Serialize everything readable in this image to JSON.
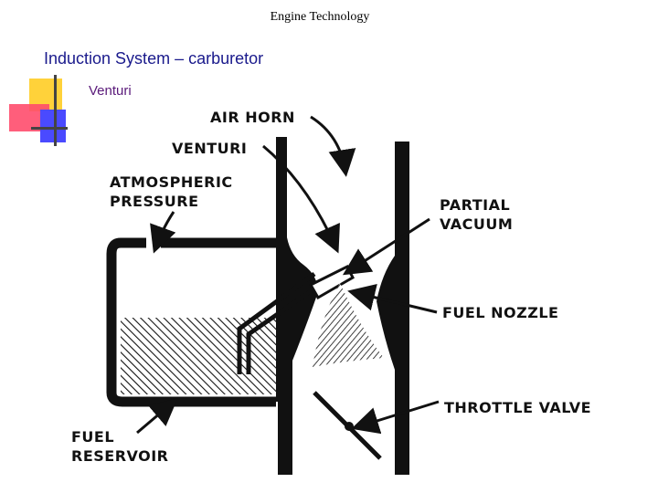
{
  "header": {
    "title": "Engine Technology"
  },
  "section": {
    "title": "Induction System – carburetor"
  },
  "bullet": {
    "text": "Venturi"
  },
  "diagram": {
    "labels": {
      "air_horn": "AIR HORN",
      "venturi": "VENTURI",
      "atmospheric_1": "ATMOSPHERIC",
      "atmospheric_2": "PRESSURE",
      "partial_1": "PARTIAL",
      "partial_2": "VACUUM",
      "fuel_nozzle": "FUEL NOZZLE",
      "throttle_valve": "THROTTLE VALVE",
      "fuel_reservoir_1": "FUEL",
      "fuel_reservoir_2": "RESERVOIR"
    }
  },
  "colors": {
    "title_text": "#1a1a8c",
    "bullet_text": "#5a1a7a",
    "deco_yellow": "#ffd23a",
    "deco_red": "#ff4d6d",
    "deco_blue": "#4a4aff"
  }
}
